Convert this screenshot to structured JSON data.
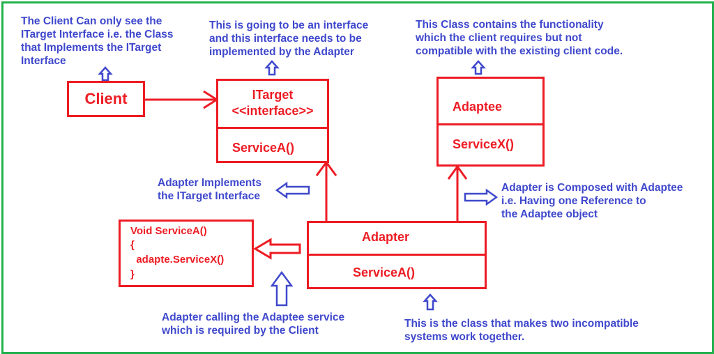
{
  "colors": {
    "frame": "#22b14c",
    "uml": "#ed1c24",
    "annotation": "#3f48cc"
  },
  "classes": {
    "client": {
      "name": "Client"
    },
    "itarget": {
      "name": "ITarget",
      "stereotype": "<<interface>>",
      "method": "ServiceA()"
    },
    "adaptee": {
      "name": "Adaptee",
      "method": "ServiceX()"
    },
    "adapter": {
      "name": "Adapter",
      "method": "ServiceA()"
    }
  },
  "code_box": {
    "lines": [
      "Void ServiceA()",
      "{",
      "  adapte.ServiceX()",
      "}"
    ]
  },
  "notes": {
    "client": [
      "The Client Can only see the",
      "ITarget Interface i.e. the Class",
      "that Implements the ITarget",
      "Interface"
    ],
    "itarget": [
      "This is going to be an interface",
      "and this interface needs to be",
      "implemented by the Adapter"
    ],
    "adaptee": [
      "This Class contains the functionality",
      "which the client requires but not",
      "compatible with the existing client code."
    ],
    "implements": [
      "Adapter Implements",
      "the ITarget Interface"
    ],
    "composed": [
      "Adapter is Composed with Adaptee",
      "i.e. Having one Reference to",
      "the Adaptee object"
    ],
    "calling": [
      "Adapter calling the Adaptee service",
      "which is required by the Client"
    ],
    "adapter": [
      "This is the class that makes two incompatible",
      "systems work together."
    ]
  }
}
